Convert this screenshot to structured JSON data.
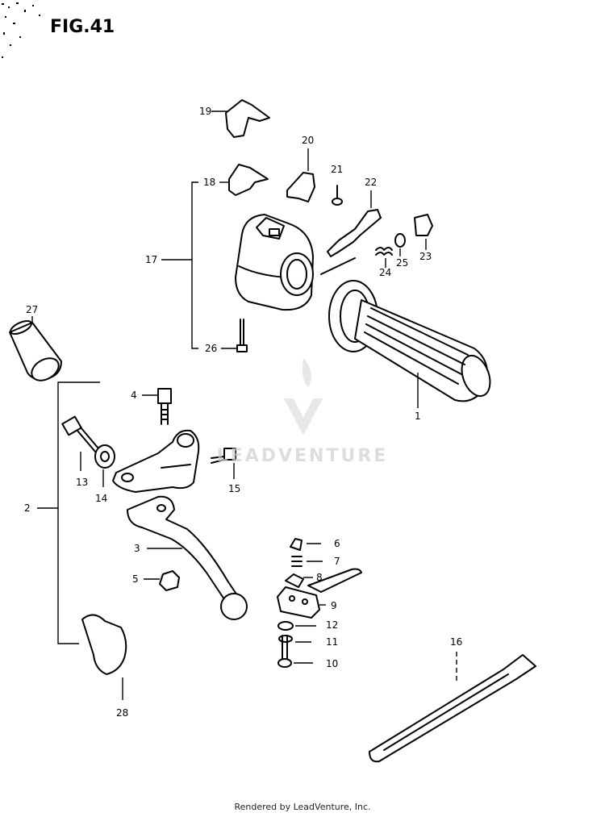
{
  "figure_label": "FIG.41",
  "footer_text": "Rendered by LeadVenture, Inc.",
  "watermark": {
    "text": "LEADVENTURE",
    "color": "#cfcfcf"
  },
  "callouts": [
    "1",
    "2",
    "3",
    "4",
    "5",
    "6",
    "7",
    "8",
    "9",
    "10",
    "11",
    "12",
    "13",
    "14",
    "15",
    "16",
    "17",
    "18",
    "19",
    "20",
    "21",
    "22",
    "23",
    "24",
    "25",
    "26",
    "27",
    "28"
  ],
  "colors": {
    "ink": "#000000",
    "paper": "#ffffff"
  }
}
